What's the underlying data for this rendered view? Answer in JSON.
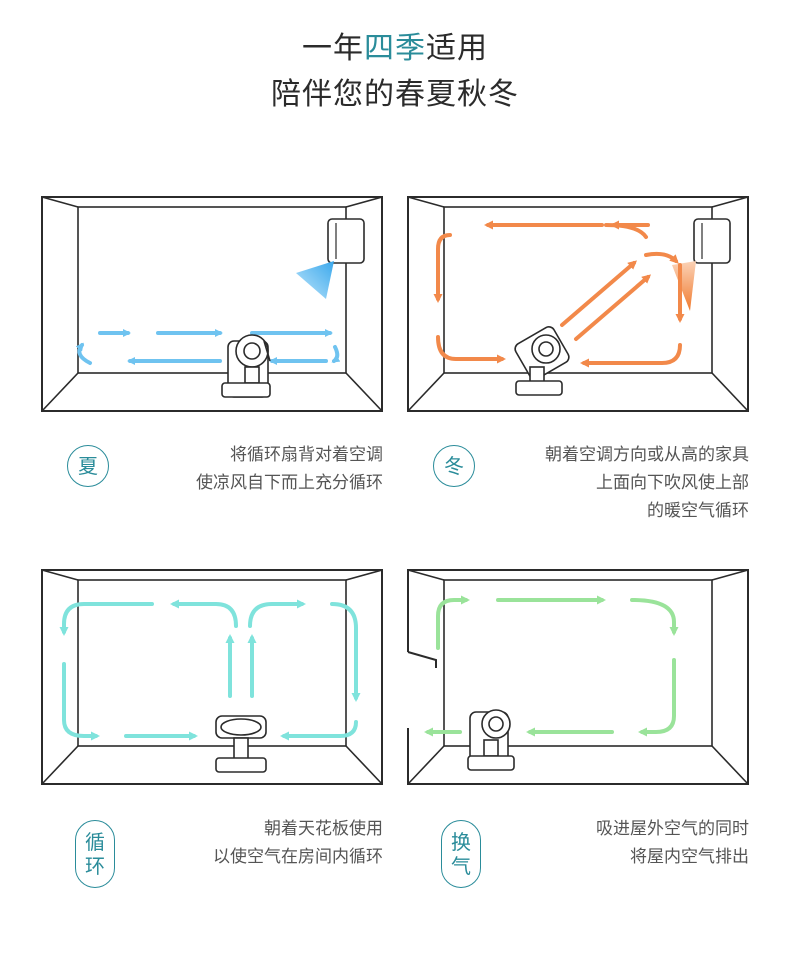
{
  "header": {
    "line1_pre": "一年",
    "line1_accent": "四季",
    "line1_post": "适用",
    "line2": "陪伴您的春夏秋冬"
  },
  "colors": {
    "accent": "#2a8c9a",
    "summer_arrow": "#6fc3f0",
    "winter_arrow": "#f2894a",
    "circulate_arrow": "#7fe3dc",
    "exchange_arrow": "#9ae39a",
    "room_line": "#2b2b2b"
  },
  "scenes": [
    {
      "key": "summer",
      "badge": "夏",
      "lines": [
        "将循环扇背对着空调",
        "使凉风自下而上充分循环"
      ],
      "icons": [
        "room-icon",
        "air-conditioner-icon",
        "fan-icon",
        "airflow-arrow-icon"
      ]
    },
    {
      "key": "winter",
      "badge": "冬",
      "lines": [
        "朝着空调方向或从高的家具",
        "上面向下吹风使上部",
        "的暖空气循环"
      ],
      "icons": [
        "room-icon",
        "air-conditioner-icon",
        "fan-icon",
        "airflow-arrow-icon"
      ]
    },
    {
      "key": "circulate",
      "badge_chars": [
        "循",
        "环"
      ],
      "lines": [
        "朝着天花板使用",
        "以使空气在房间内循环"
      ],
      "icons": [
        "room-icon",
        "fan-icon",
        "airflow-arrow-icon"
      ]
    },
    {
      "key": "exchange",
      "badge_chars": [
        "换",
        "气"
      ],
      "lines": [
        "吸进屋外空气的同时",
        "将屋内空气排出"
      ],
      "icons": [
        "room-icon",
        "open-window-icon",
        "fan-icon",
        "airflow-arrow-icon"
      ]
    }
  ]
}
